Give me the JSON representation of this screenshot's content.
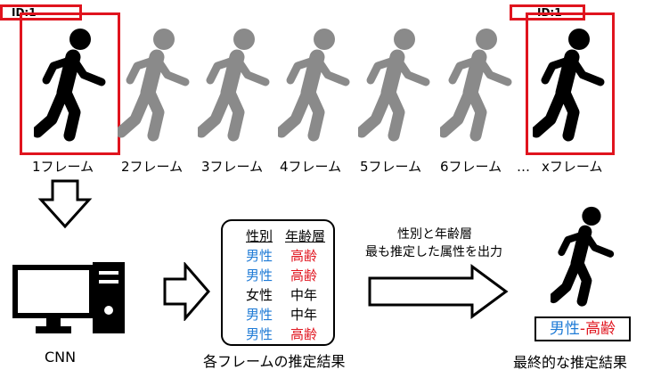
{
  "frames": [
    {
      "label": "1フレーム",
      "state": "detected",
      "id_label": "ID:1"
    },
    {
      "label": "2フレーム",
      "state": "faded"
    },
    {
      "label": "3フレーム",
      "state": "faded"
    },
    {
      "label": "4フレーム",
      "state": "faded"
    },
    {
      "label": "5フレーム",
      "state": "faded"
    },
    {
      "label": "6フレーム",
      "state": "faded"
    },
    {
      "label": "xフレーム",
      "state": "detected",
      "id_label": "ID:1"
    }
  ],
  "ellipsis": "…",
  "cnn_label": "CNN",
  "table": {
    "headers": [
      "性別",
      "年齢層"
    ],
    "rows": [
      {
        "gender": "男性",
        "age": "高齢"
      },
      {
        "gender": "男性",
        "age": "高齢"
      },
      {
        "gender": "女性",
        "age": "中年"
      },
      {
        "gender": "男性",
        "age": "中年"
      },
      {
        "gender": "男性",
        "age": "高齢"
      }
    ]
  },
  "table_caption": "各フレームの推定結果",
  "arrow_text_line1": "性別と年齢層",
  "arrow_text_line2": "最も推定した属性を出力",
  "final": {
    "gender": "男性",
    "separator": "-",
    "age": "高齢"
  },
  "final_caption": "最終的な推定結果",
  "colors": {
    "red": "#e0141e",
    "blue": "#1f7bd6",
    "figure_dark": "#000000",
    "figure_faded": "#8a8a8a"
  },
  "icons": [
    "walking-person-icon",
    "computer-monitor-icon",
    "pc-tower-icon",
    "hollow-arrow-icon"
  ]
}
